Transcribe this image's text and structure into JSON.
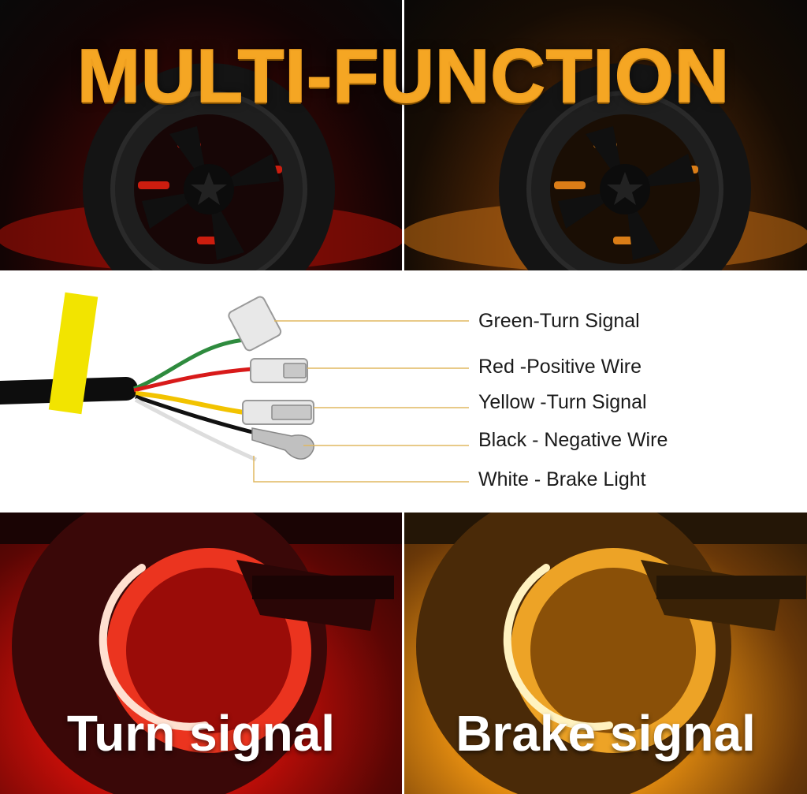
{
  "headline": "MULTI-FUNCTION",
  "wiring": {
    "labels": [
      "Green-Turn Signal",
      "Red -Positive Wire",
      "Yellow -Turn Signal",
      "Black - Negative Wire",
      "White - Brake Light"
    ]
  },
  "captions": {
    "left": "Turn signal",
    "right": "Brake signal"
  },
  "colors": {
    "headline": "#f5a623",
    "red_glow": "#ff2a1a",
    "amber_glow": "#ffc43a",
    "leader_line": "#e0b860"
  }
}
